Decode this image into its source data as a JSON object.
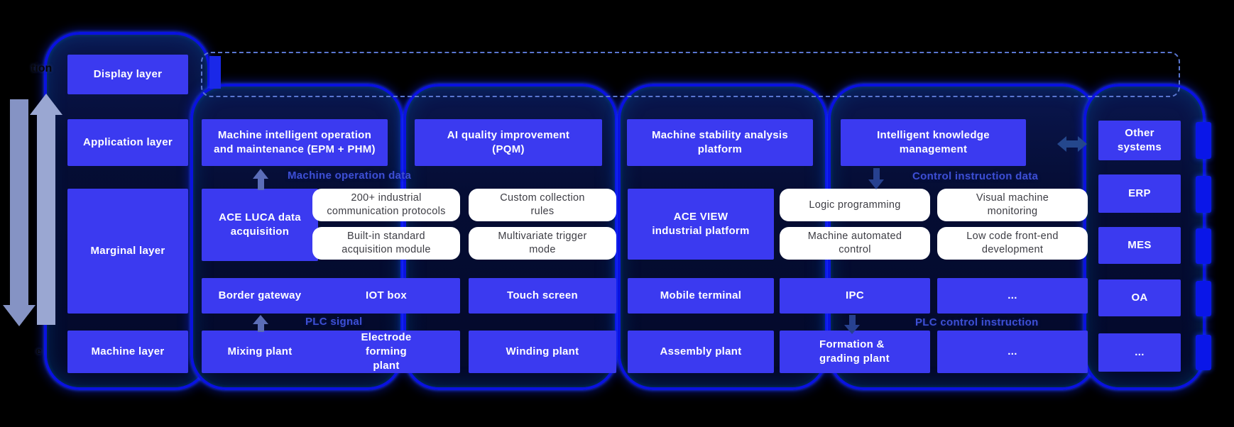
{
  "fragments": {
    "top_left": "tion",
    "bottom_left": "e"
  },
  "layer_labels": {
    "display": "Display layer",
    "application": "Application layer",
    "marginal": "Marginal layer",
    "machine": "Machine layer"
  },
  "application_row": {
    "epm_phm": "Machine intelligent operation and maintenance (EPM + PHM)",
    "pqm": "AI quality improvement (PQM)",
    "stability": "Machine stability analysis platform",
    "knowledge": "Intelligent knowledge management"
  },
  "flow_labels": {
    "machine_operation_data": "Machine operation data",
    "control_instruction_data": "Control instruction data",
    "plc_signal": "PLC signal",
    "plc_control_instruction": "PLC control instruction"
  },
  "marginal_row": {
    "ace_luca": "ACE LUCA data acquisition",
    "ace_view": "ACE VIEW industrial platform",
    "capabilities": [
      "200+ industrial communication protocols",
      "Custom collection rules",
      "Built-in standard acquisition module",
      "Multivariate trigger mode",
      "Logic programming",
      "Visual machine monitoring",
      "Machine automated control",
      "Low code front-end development"
    ]
  },
  "device_row": [
    "Border gateway",
    "IOT box",
    "Touch screen",
    "Mobile terminal",
    "IPC",
    "..."
  ],
  "machine_row": [
    "Mixing plant",
    "Electrode forming plant",
    "Winding plant",
    "Assembly plant",
    "Formation & grading plant",
    "..."
  ],
  "other_systems": {
    "title": "Other systems",
    "items": [
      "ERP",
      "MES",
      "OA",
      "..."
    ]
  },
  "colors": {
    "background": "#000000",
    "box_blue": "#3b3af0",
    "box_white": "#ffffff",
    "pill_border": "#0a12e0",
    "flow_text": "#3d4fd4",
    "arrow_down": "#8593c4",
    "arrow_up": "#9aa7d2",
    "dashed_border": "#5a76d0"
  }
}
